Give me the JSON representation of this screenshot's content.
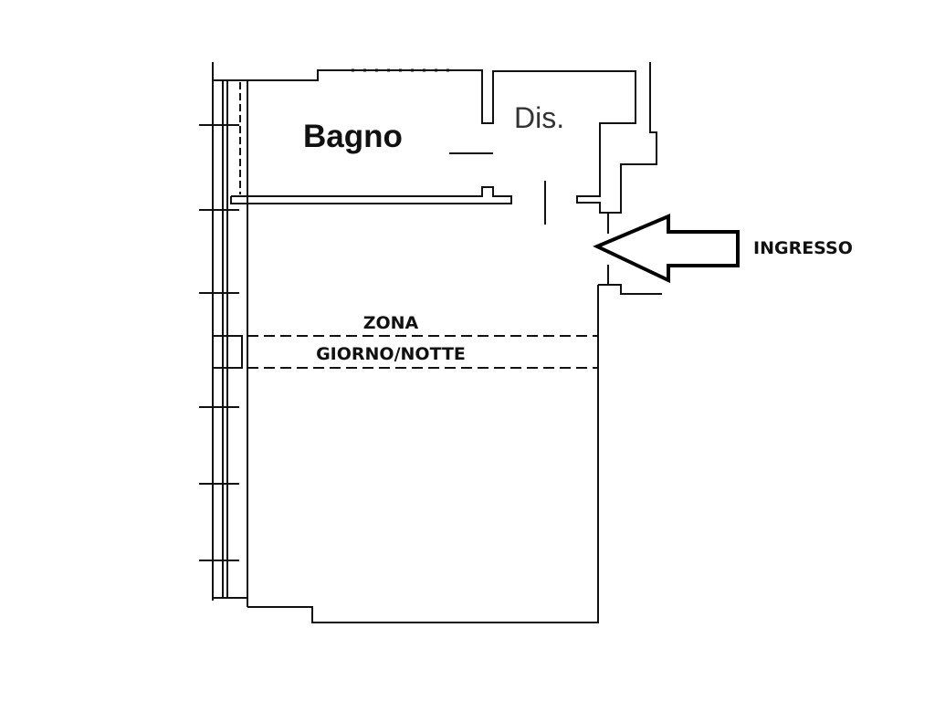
{
  "plan": {
    "rooms": {
      "bathroom": "Bagno",
      "hallway": "Dis."
    },
    "zone_label_line1": "ZONA",
    "zone_label_line2": "GIORNO/NOTTE",
    "entrance_label": "INGRESSO"
  },
  "colors": {
    "line": "#111111",
    "hallway_text": "#333333"
  }
}
